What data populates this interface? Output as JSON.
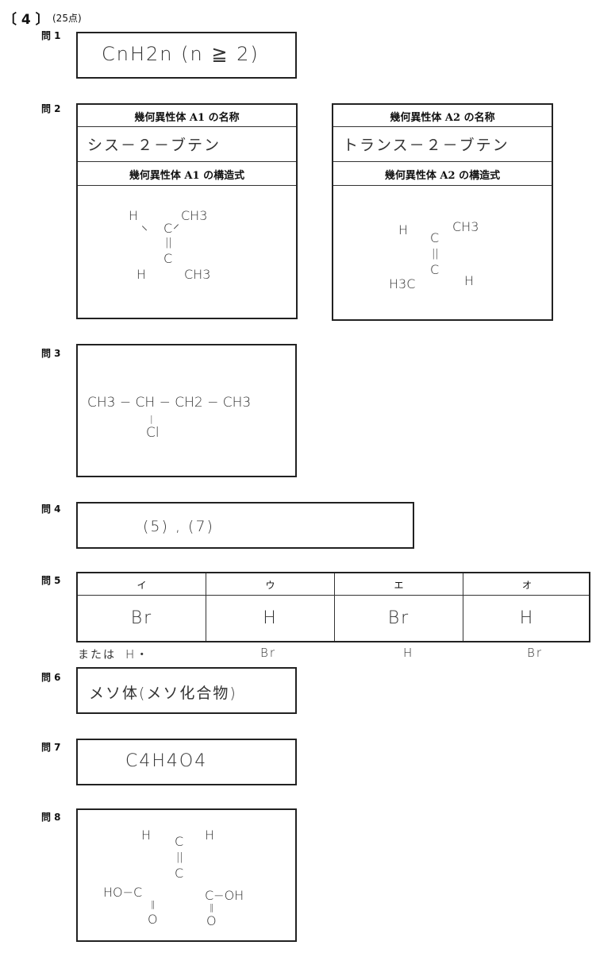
{
  "header": {
    "section": "〔 4 〕",
    "points": "(25点)"
  },
  "q1": {
    "label": "問 1",
    "answer": "CnH2n (n ≧ 2)"
  },
  "q2": {
    "label": "問 2",
    "a1": {
      "name_header": "幾何異性体 A1 の名称",
      "name": "シス－２－ブテン",
      "struct_header": "幾何異性体 A1 の構造式",
      "struct": {
        "h_top": "H",
        "c_top": "C",
        "ch3_top": "CH3",
        "double_bond": "||",
        "c_bottom": "C",
        "h_bottom": "H",
        "ch3_bottom": "CH3"
      }
    },
    "a2": {
      "name_header": "幾何異性体 A2 の名称",
      "name": "トランス－２－ブテン",
      "struct_header": "幾何異性体 A2 の構造式",
      "struct": {
        "h_top": "H",
        "c_top": "C",
        "ch3_top": "CH3",
        "double_bond": "||",
        "c_bottom": "C",
        "h3c_bottom": "H3C",
        "h_bottom": "H"
      }
    }
  },
  "q3": {
    "label": "問 3",
    "main_chain": "CH3 − CH − CH2 − CH3",
    "branch_bond": "|",
    "branch": "Cl"
  },
  "q4": {
    "label": "問 4",
    "answer": "(5) , (7)"
  },
  "q5": {
    "label": "問 5",
    "columns": [
      "イ",
      "ウ",
      "エ",
      "オ"
    ],
    "answers": [
      "Br",
      "H",
      "Br",
      "H"
    ],
    "alt_prefix": "または",
    "alt_answers": [
      "H・",
      "Br",
      "H",
      "Br"
    ]
  },
  "q6": {
    "label": "問 6",
    "answer": "メソ体(メソ化合物)"
  },
  "q7": {
    "label": "問 7",
    "answer": "C4H4O4"
  },
  "q8": {
    "label": "問 8",
    "struct": {
      "h_left": "H",
      "c_top": "C",
      "h_right": "H",
      "double_bond": "||",
      "c_mid": "C",
      "left_group": "HO−C",
      "right_group": "C−OH",
      "o_left": "O",
      "o_right": "O",
      "dbl_left": "‖",
      "dbl_right": "‖"
    }
  }
}
